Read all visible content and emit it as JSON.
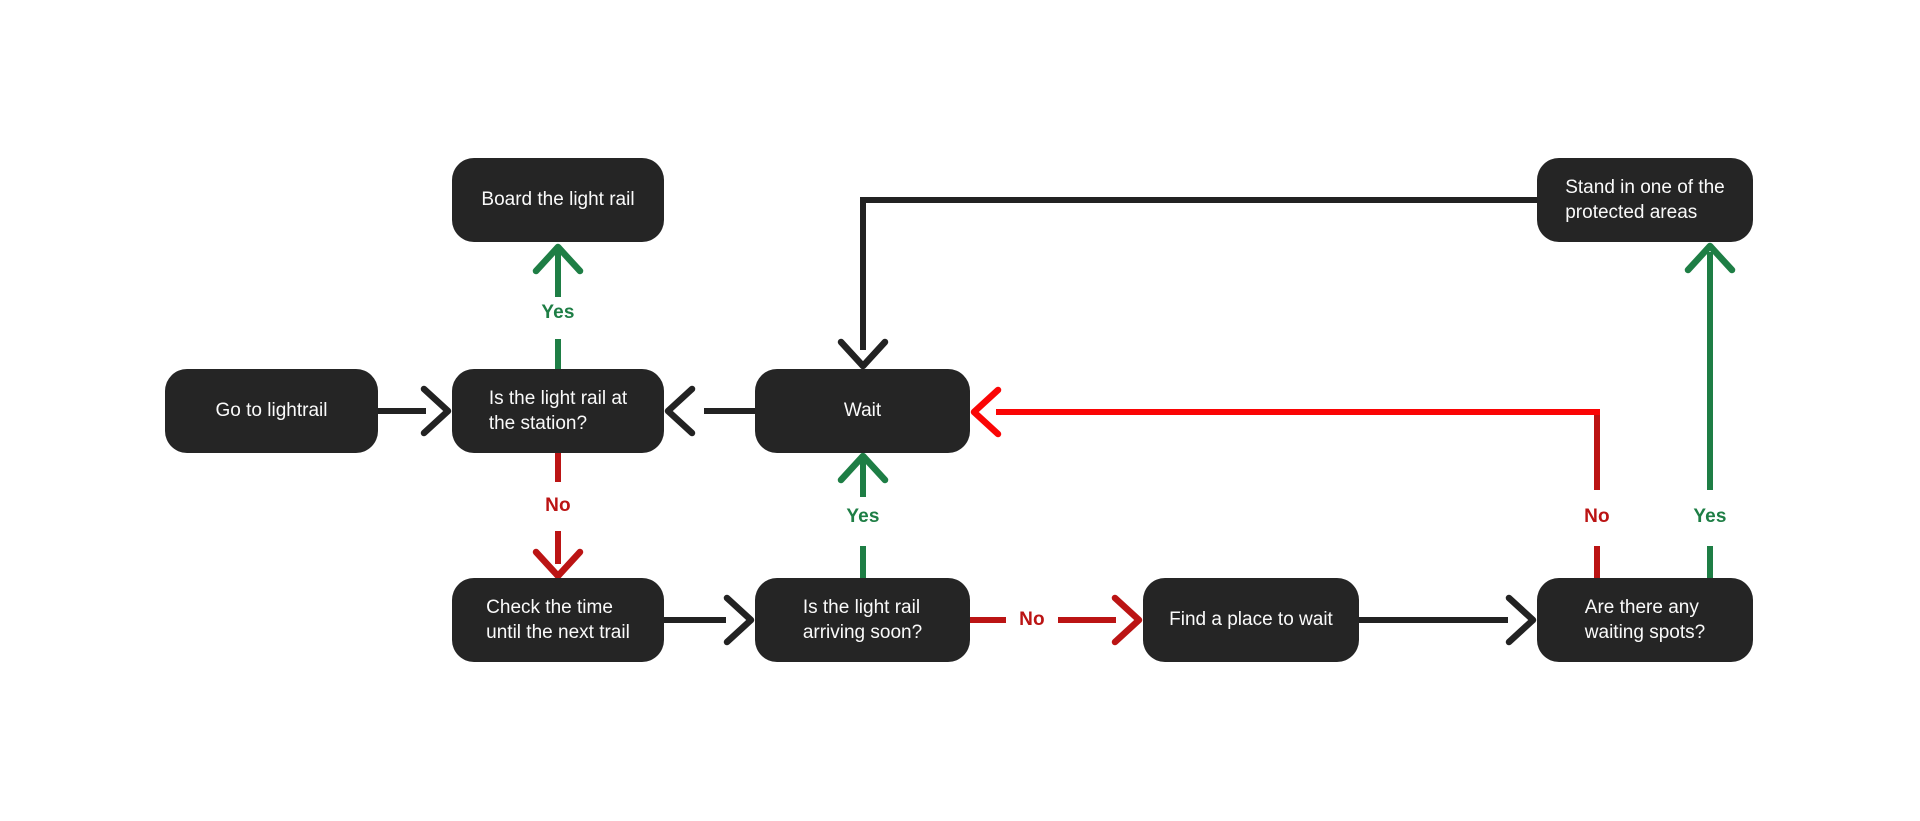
{
  "diagram": {
    "type": "flowchart",
    "background": "#ffffff",
    "colors": {
      "node_fill": "#252525",
      "node_text": "#fafafa",
      "arrow_black": "#222222",
      "arrow_green_yes": "#1e7e45",
      "arrow_red_no": "#bb1414",
      "arrow_red_bright": "#fa0505"
    },
    "nodes": [
      {
        "id": "go-to-lightrail",
        "label": "Go to lightrail"
      },
      {
        "id": "is-the-light-rail-at-the-station",
        "label": "Is the light rail at\nthe station?"
      },
      {
        "id": "board-the-light-rail",
        "label": "Board the light rail"
      },
      {
        "id": "check-the-time-until-the-next-trail",
        "label": "Check the time\nuntil the next trail"
      },
      {
        "id": "wait",
        "label": "Wait"
      },
      {
        "id": "is-the-light-rail-arriving-soon",
        "label": "Is the light rail\narriving soon?"
      },
      {
        "id": "find-a-place-to-wait",
        "label": "Find a place to wait"
      },
      {
        "id": "are-there-any-waiting-spots",
        "label": "Are there any\nwaiting spots?"
      },
      {
        "id": "stand-in-one-of-the-protected-areas",
        "label": "Stand in one of the\nprotected areas"
      }
    ],
    "edges": [
      {
        "from": "go-to-lightrail",
        "to": "is-the-light-rail-at-the-station",
        "color": "black",
        "label": ""
      },
      {
        "from": "is-the-light-rail-at-the-station",
        "to": "board-the-light-rail",
        "color": "green",
        "label": "Yes"
      },
      {
        "from": "is-the-light-rail-at-the-station",
        "to": "check-the-time-until-the-next-trail",
        "color": "red",
        "label": "No"
      },
      {
        "from": "wait",
        "to": "is-the-light-rail-at-the-station",
        "color": "black",
        "label": ""
      },
      {
        "from": "check-the-time-until-the-next-trail",
        "to": "is-the-light-rail-arriving-soon",
        "color": "black",
        "label": ""
      },
      {
        "from": "is-the-light-rail-arriving-soon",
        "to": "wait",
        "color": "green",
        "label": "Yes"
      },
      {
        "from": "is-the-light-rail-arriving-soon",
        "to": "find-a-place-to-wait",
        "color": "red",
        "label": "No"
      },
      {
        "from": "find-a-place-to-wait",
        "to": "are-there-any-waiting-spots",
        "color": "black",
        "label": ""
      },
      {
        "from": "are-there-any-waiting-spots",
        "to": "stand-in-one-of-the-protected-areas",
        "color": "green",
        "label": "Yes"
      },
      {
        "from": "are-there-any-waiting-spots",
        "to": "wait",
        "color": "red",
        "label": "No"
      },
      {
        "from": "stand-in-one-of-the-protected-areas",
        "to": "wait",
        "color": "black",
        "label": ""
      }
    ]
  }
}
